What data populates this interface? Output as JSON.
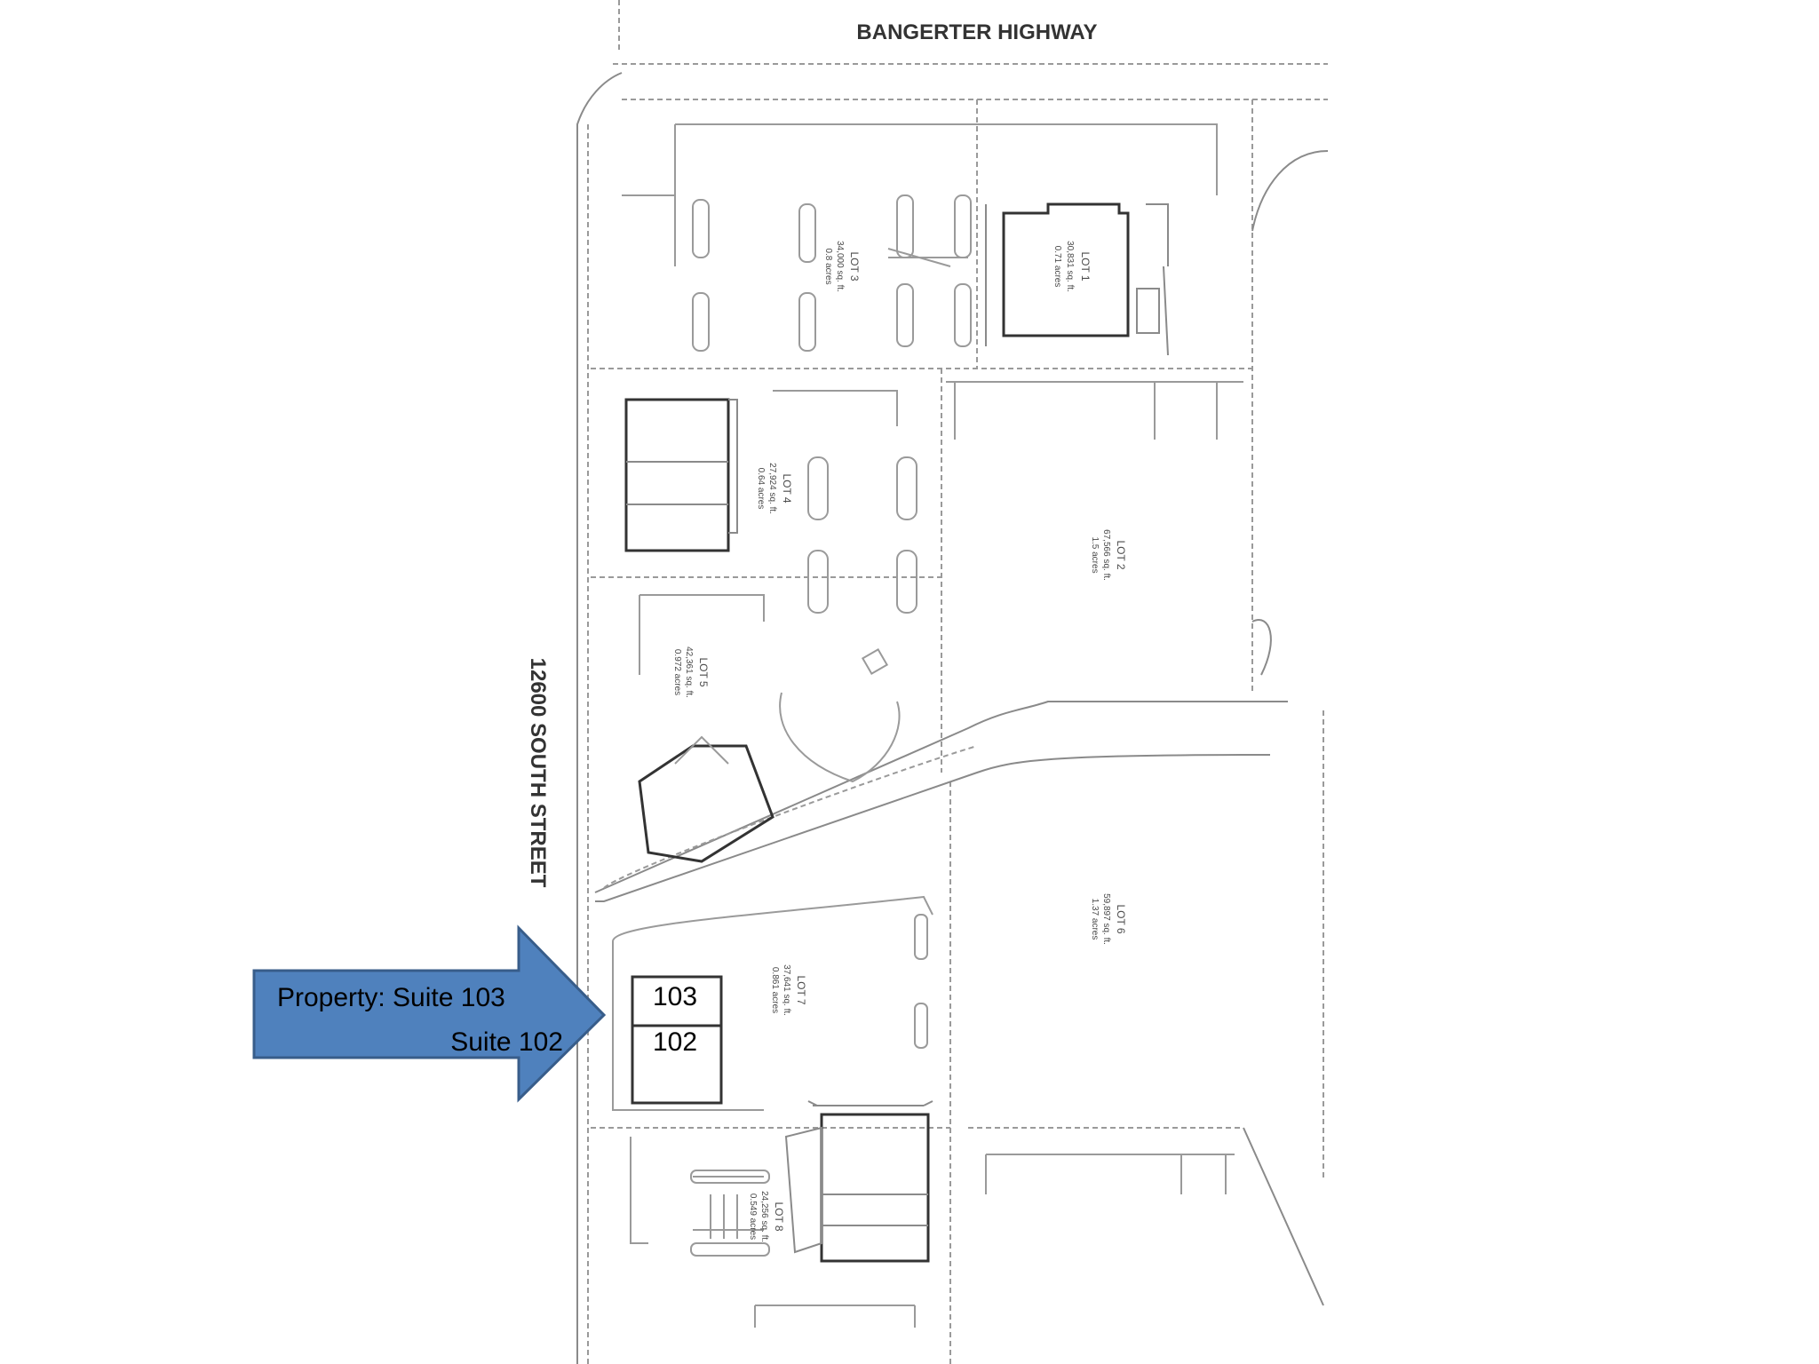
{
  "roads": {
    "north": "BANGERTER HIGHWAY",
    "west": "12600 SOUTH STREET"
  },
  "lots": [
    {
      "id": "lot-1",
      "name": "LOT 1",
      "area": "30,831 sq. ft.",
      "acreage": "0.71 acres"
    },
    {
      "id": "lot-2",
      "name": "LOT 2",
      "area": "67,566 sq. ft.",
      "acreage": "1.5 acres"
    },
    {
      "id": "lot-3",
      "name": "LOT 3",
      "area": "34,000 sq. ft.",
      "acreage": "0.8 acres"
    },
    {
      "id": "lot-4",
      "name": "LOT 4",
      "area": "27,924 sq. ft.",
      "acreage": "0.64 acres"
    },
    {
      "id": "lot-5",
      "name": "LOT 5",
      "area": "42,361 sq. ft.",
      "acreage": "0.972 acres"
    },
    {
      "id": "lot-6",
      "name": "LOT 6",
      "area": "59,897 sq. ft.",
      "acreage": "1.37 acres"
    },
    {
      "id": "lot-7",
      "name": "LOT 7",
      "area": "37,641 sq. ft.",
      "acreage": "0.861 acres"
    },
    {
      "id": "lot-8",
      "name": "LOT 8",
      "area": "24,256 sq. ft.",
      "acreage": "0.549 acres"
    }
  ],
  "suites": {
    "upper": "103",
    "lower": "102"
  },
  "callout": {
    "line1": "Property: Suite 103",
    "line2": "Suite 102",
    "fill_color": "#4f81bd",
    "border_color": "#385d8a"
  }
}
